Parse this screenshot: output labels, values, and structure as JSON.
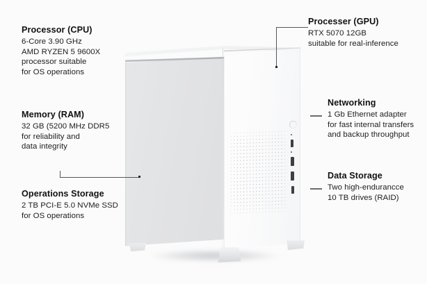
{
  "diagram": {
    "title": "PC tower specification callout diagram",
    "background_color": "#fbfbfb",
    "subject": "white mini-tower desktop computer case",
    "callouts": [
      {
        "id": "cpu",
        "title": "Processor (CPU)",
        "lines": [
          "6-Core 3.90 GHz",
          "AMD RYZEN 5 9600X",
          "processor suitable",
          "for OS operations"
        ],
        "side": "left",
        "has_leader_line": false
      },
      {
        "id": "ram",
        "title": "Memory (RAM)",
        "lines": [
          "32 GB (5200 MHz DDR5",
          "for reliability and",
          "data integrity"
        ],
        "side": "left",
        "has_leader_line": true
      },
      {
        "id": "ops_storage",
        "title": "Operations Storage",
        "lines": [
          "2 TB PCI-E 5.0 NVMe SSD",
          "for OS operations"
        ],
        "side": "left",
        "has_leader_line": false
      },
      {
        "id": "gpu",
        "title": "Processer (GPU)",
        "lines": [
          "RTX 5070 12GB",
          "suitable for real-inference"
        ],
        "side": "right",
        "has_leader_line": true
      },
      {
        "id": "networking",
        "title": "Networking",
        "lines": [
          "1 Gb Ethernet adapter",
          "for fast internal transfers",
          "and backup throughput"
        ],
        "side": "right",
        "has_leader_line": true
      },
      {
        "id": "data_storage",
        "title": "Data Storage",
        "lines": [
          "Two high-endurancce",
          "10 TB drives (RAID)"
        ],
        "side": "right",
        "has_leader_line": true
      }
    ],
    "case_parts": {
      "front_panel": "front-panel",
      "side_panel": "side-panel",
      "top_panel": "top-panel",
      "vent_mesh": "ventilation-mesh",
      "power_button": "power-button",
      "io_ports": "front-io-ports",
      "feet": "case-feet"
    },
    "colors": {
      "text": "#1b1b1b",
      "leader_line": "#555555",
      "case_front": "#fdfdfd",
      "case_side": "#e4e5e7",
      "mesh_dot": "#9a9da1"
    }
  }
}
